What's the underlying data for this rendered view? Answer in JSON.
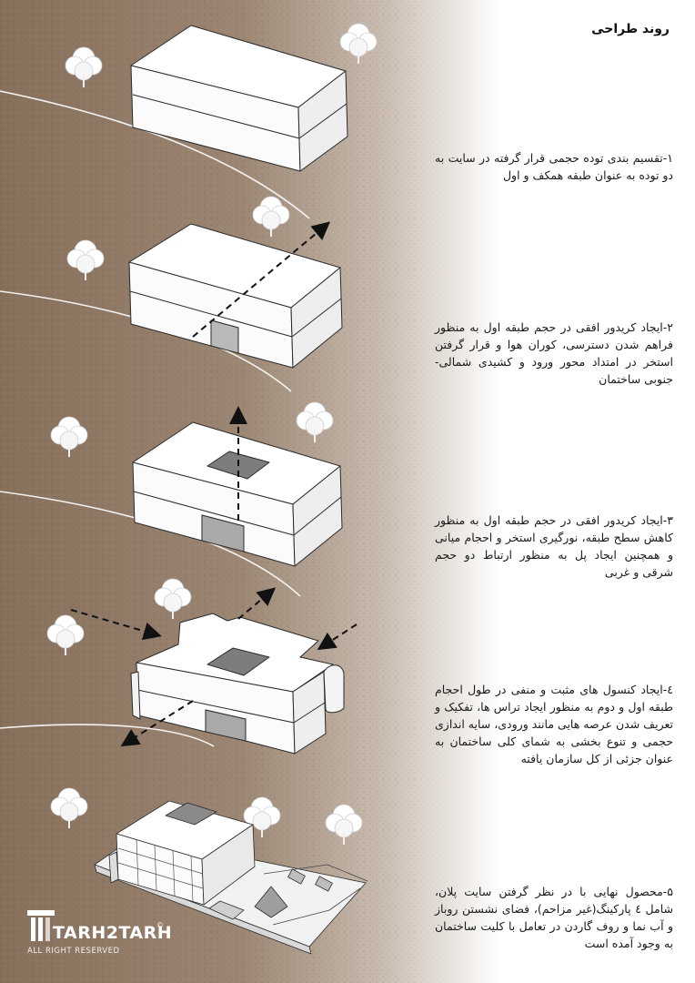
{
  "heading": "روند طراحی",
  "steps": [
    {
      "id": 1,
      "text": "۱-تقسیم بندی توده حجمی قرار گرفته در سایت به دو توده به عنوان طبقه همکف و اول"
    },
    {
      "id": 2,
      "text": "۲-ایجاد کریدور افقی در حجم طبقه اول به منظور فراهم شدن دسترسی، کوران هوا و قرار گرفتن استخر در امتداد محور ورود و کشیدی شمالی-جنوبی ساختمان"
    },
    {
      "id": 3,
      "text": "۳-ایجاد کریدور افقی در حجم طبقه اول به منظور کاهش سطح طبقه، نورگیری استخر و احجام میانی و همچنین ایجاد پل به منظور ارتباط دو حجم شرقی و غربی"
    },
    {
      "id": 4,
      "text": "٤-ایجاد کنسول های مثبت و منفی در طول احجام طبقه اول و دوم به منظور ایجاد تراس ها، تفکیک و تعریف شدن عرصه هایی مانند ورودی، سایه اندازی حجمی و تنوع بخشی به شمای کلی ساختمان به عنوان جزئی از کل سازمان یافته"
    },
    {
      "id": 5,
      "text": "۵-محصول نهایی با در نظر گرفتن سایت پلان، شامل ٤ پارکینگ(غیر مزاحم)، فضای نشستن روباز و آب نما و روف گاردن در تعامل با کلیت ساختمان به وجود آمده است"
    }
  ],
  "logo": {
    "brand": "TARH2TARH",
    "registered": "©",
    "rights": "ALL RIGHT RESERVED"
  },
  "colors": {
    "background_textured": "#8a7460",
    "background_fade": "#ffffff",
    "mass_top": "#ffffff",
    "mass_side": "#f1f1f1",
    "mass_edge": "#2a2a2a",
    "arrow": "#111111"
  }
}
